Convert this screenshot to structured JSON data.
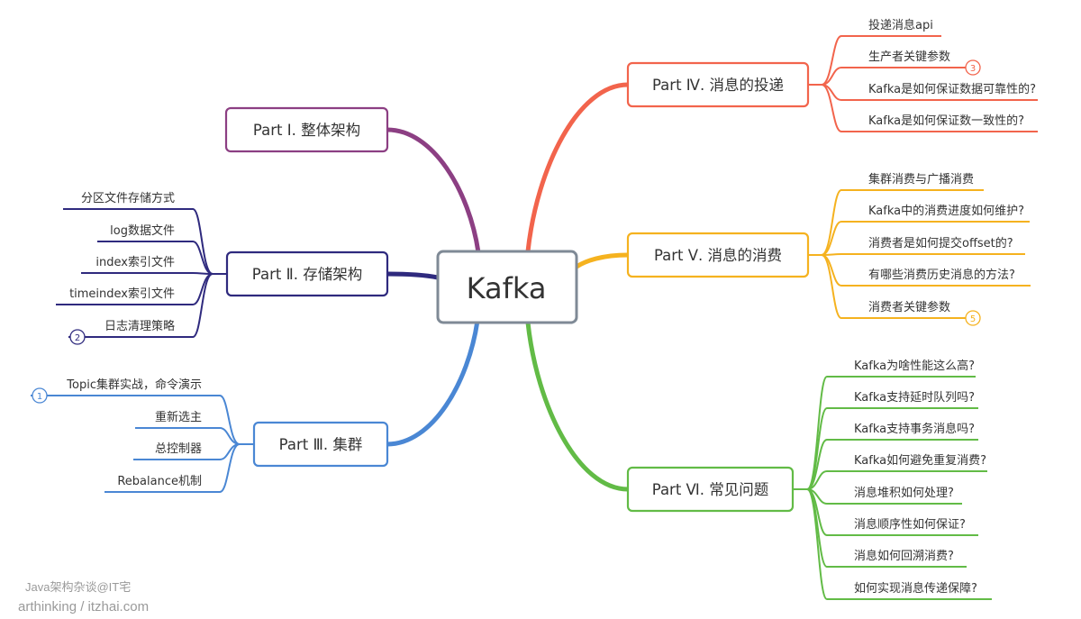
{
  "center": {
    "label": "Kafka"
  },
  "branches": [
    {
      "id": "part1",
      "label": "Part Ⅰ. 整体架构",
      "color": "#8c3f83",
      "items": []
    },
    {
      "id": "part2",
      "label": "Part Ⅱ. 存储架构",
      "color": "#2f2a7e",
      "items": [
        {
          "label": "分区文件存储方式"
        },
        {
          "label": "log数据文件"
        },
        {
          "label": "index索引文件"
        },
        {
          "label": "timeindex索引文件"
        },
        {
          "label": "日志清理策略",
          "badge": "2"
        }
      ]
    },
    {
      "id": "part3",
      "label": "Part Ⅲ. 集群",
      "color": "#4a87d4",
      "items": [
        {
          "label": "Topic集群实战，命令演示",
          "badge": "1"
        },
        {
          "label": "重新选主"
        },
        {
          "label": "总控制器"
        },
        {
          "label": "Rebalance机制"
        }
      ]
    },
    {
      "id": "part4",
      "label": "Part Ⅳ. 消息的投递",
      "color": "#f2644c",
      "items": [
        {
          "label": "投递消息api"
        },
        {
          "label": "生产者关键参数",
          "badge": "3"
        },
        {
          "label": "Kafka是如何保证数据可靠性的?"
        },
        {
          "label": "Kafka是如何保证数一致性的?"
        }
      ]
    },
    {
      "id": "part5",
      "label": "Part Ⅴ. 消息的消费",
      "color": "#f5b21f",
      "items": [
        {
          "label": "集群消费与广播消费"
        },
        {
          "label": "Kafka中的消费进度如何维护?"
        },
        {
          "label": "消费者是如何提交offset的?"
        },
        {
          "label": "有哪些消费历史消息的方法?"
        },
        {
          "label": "消费者关键参数",
          "badge": "5"
        }
      ]
    },
    {
      "id": "part6",
      "label": "Part Ⅵ. 常见问题",
      "color": "#62bb46",
      "items": [
        {
          "label": "Kafka为啥性能这么高?"
        },
        {
          "label": "Kafka支持延时队列吗?"
        },
        {
          "label": "Kafka支持事务消息吗?"
        },
        {
          "label": "Kafka如何避免重复消费?"
        },
        {
          "label": "消息堆积如何处理?"
        },
        {
          "label": "消息顺序性如何保证?"
        },
        {
          "label": "消息如何回溯消费?"
        },
        {
          "label": "如何实现消息传递保障?"
        }
      ]
    }
  ],
  "watermark": {
    "line1": "Java架构杂谈@IT宅",
    "line2": "arthinking / itzhai.com"
  }
}
